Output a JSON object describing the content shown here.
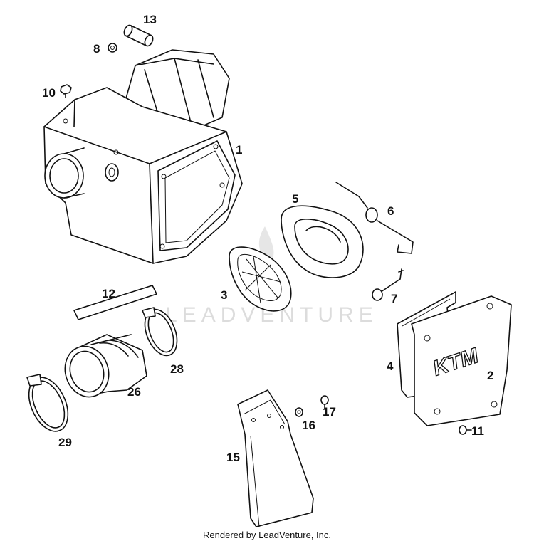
{
  "watermark": "LEADVENTURE",
  "credit": "Rendered by LeadVenture, Inc.",
  "logo_text": "KTM",
  "part_numbers": {
    "p1": "1",
    "p2": "2",
    "p3": "3",
    "p4": "4",
    "p5": "5",
    "p6": "6",
    "p7": "7",
    "p8": "8",
    "p10": "10",
    "p11": "11",
    "p12": "12",
    "p13": "13",
    "p15": "15",
    "p16": "16",
    "p17": "17",
    "p26": "26",
    "p28": "28",
    "p29": "29"
  }
}
